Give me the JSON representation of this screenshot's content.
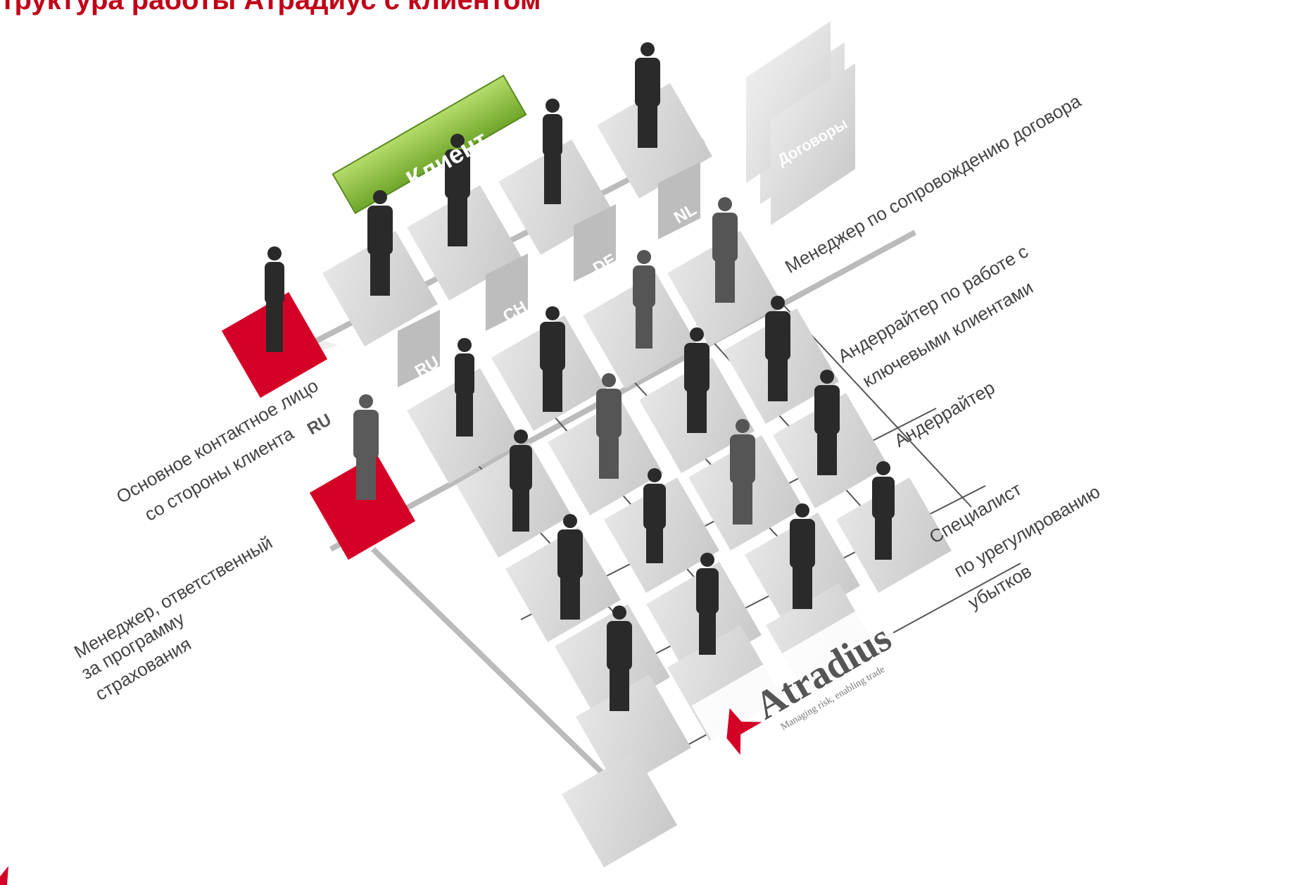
{
  "title": "Структура работы Атрадиус с клиентом",
  "client_label": "Клиент",
  "contracts_label": "Договоры",
  "country_tags": [
    "RU",
    "CH",
    "DE",
    "NL"
  ],
  "row_tag": "RU",
  "roles": {
    "main_contact_line1": "Основное контактное лицо",
    "main_contact_line2": "со стороны клиента",
    "program_manager_line1": "Менеджер, ответственный",
    "program_manager_line2": "за программу",
    "program_manager_line3": "страхования",
    "contract_manager": "Менеджер по сопровождению договора",
    "key_underwriter_line1": "Андеррайтер по работе с",
    "key_underwriter_line2": "ключевыми клиентами",
    "underwriter": "Андеррайтер",
    "claims_line1": "Специалист",
    "claims_line2": "по урегулированию",
    "claims_line3": "убытков"
  },
  "logo": {
    "name": "Atradius",
    "tagline": "Managing risk, enabling trade"
  },
  "colors": {
    "accent_red": "#d40026",
    "title_red": "#c00018",
    "client_green": "#8cc63f",
    "tile_gray": "#d6d6d6"
  }
}
